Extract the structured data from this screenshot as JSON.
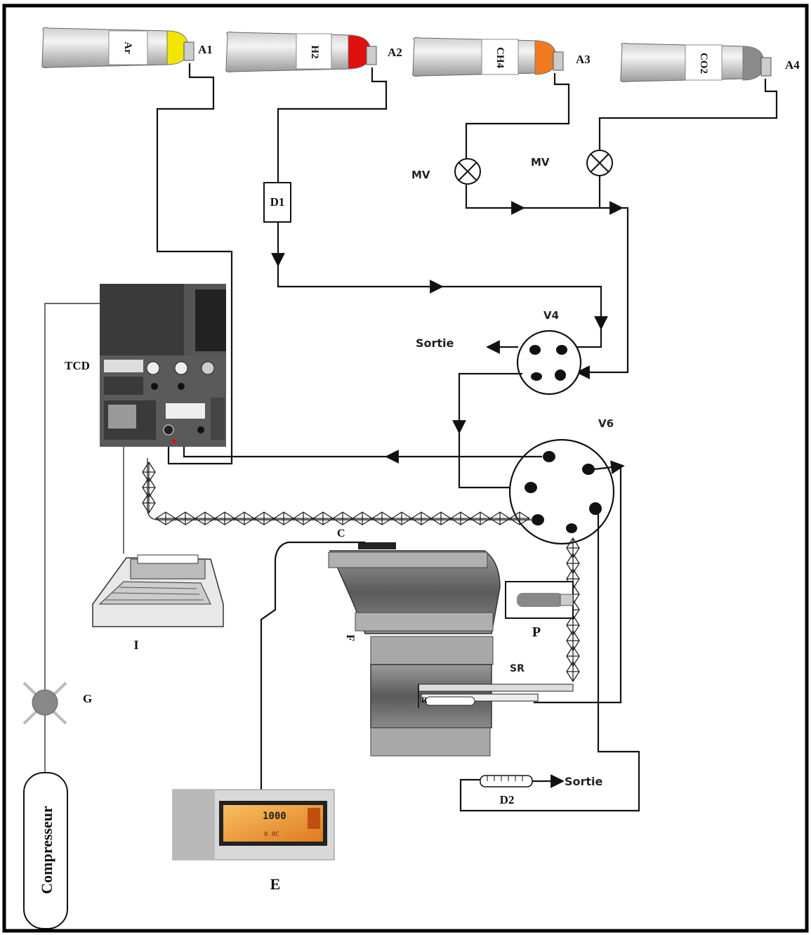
{
  "colors": {
    "ar_cap": "#f2e600",
    "h2_cap": "#e01010",
    "ch4_cap": "#f07a20",
    "co2_cap": "#8a8a8a",
    "cylinder_body": "#e4e4e4",
    "lcd": "#f0a030"
  },
  "cylinders": [
    {
      "gas": "Ar",
      "tag": "A1"
    },
    {
      "gas": "H2",
      "tag": "A2"
    },
    {
      "gas": "CH4",
      "tag": "A3"
    },
    {
      "gas": "CO2",
      "tag": "A4"
    }
  ],
  "labels": {
    "mv_left": "MV",
    "mv_right": "MV",
    "d1": "D1",
    "tcd": "TCD",
    "v4": "V4",
    "v6": "V6",
    "sortie_top": "Sortie",
    "sortie_bottom": "Sortie",
    "c": "C",
    "p": "P",
    "sr": "SR",
    "f": "F",
    "r": "R",
    "i": "I",
    "g": "G",
    "d2": "D2",
    "e": "E",
    "compresseur": "Compresseur"
  },
  "display": {
    "value": "1000",
    "small": "0.0C"
  }
}
